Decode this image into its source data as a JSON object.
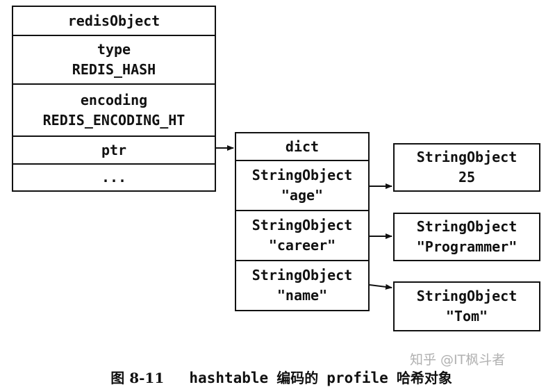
{
  "redis_object": {
    "header": "redisObject",
    "type_label": "type",
    "type_value": "REDIS_HASH",
    "encoding_label": "encoding",
    "encoding_value": "REDIS_ENCODING_HT",
    "ptr_label": "ptr",
    "more_label": "..."
  },
  "dict": {
    "header": "dict",
    "entries": [
      {
        "key_type": "StringObject",
        "key": "\"age\"",
        "value_type": "StringObject",
        "value": "25"
      },
      {
        "key_type": "StringObject",
        "key": "\"career\"",
        "value_type": "StringObject",
        "value": "\"Programmer\""
      },
      {
        "key_type": "StringObject",
        "key": "\"name\"",
        "value_type": "StringObject",
        "value": "\"Tom\""
      }
    ]
  },
  "caption": {
    "figure_label": "图 8-11",
    "term": "hashtable",
    "middle_text": "编码的",
    "term2": "profile",
    "end_text": "哈希对象"
  },
  "watermark": "知乎 @IT枫斗者",
  "colors": {
    "line": "#111111",
    "background": "#ffffff"
  }
}
